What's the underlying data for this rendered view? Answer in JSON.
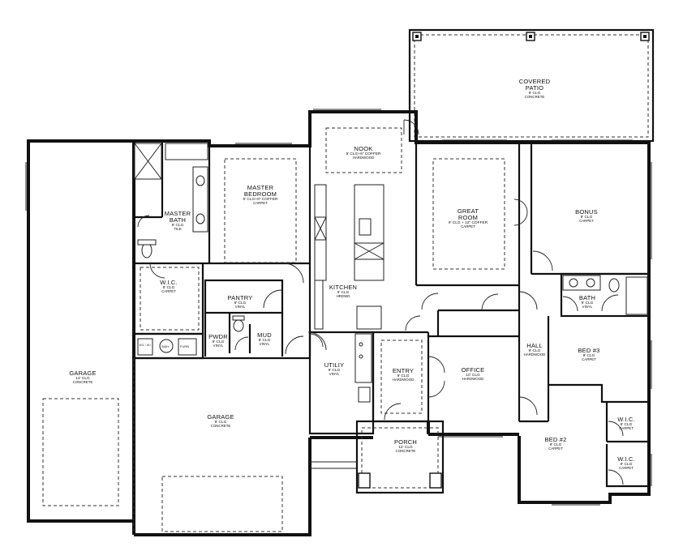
{
  "rooms": {
    "covered_patio": {
      "name": "COVERED\nPATIO",
      "ceiling": "9' CLG",
      "material": "CONCRETE"
    },
    "nook": {
      "name": "NOOK",
      "ceiling": "9' CLG+6\" COFFER",
      "material": "HARDWOOD"
    },
    "master_bedroom": {
      "name": "MASTER\nBEDROOM",
      "ceiling": "9' CLG+8\" COFFER",
      "material": "CARPET"
    },
    "master_bath": {
      "name": "MASTER\nBATH",
      "ceiling": "9' CLG",
      "material": "TILE"
    },
    "great_room": {
      "name": "GREAT\nROOM",
      "ceiling": "9' CLG + 12\" COFFER",
      "material": "CARPET"
    },
    "bonus": {
      "name": "BONUS",
      "ceiling": "9' CLG",
      "material": "CARPET"
    },
    "wic_master": {
      "name": "W.I.C.",
      "ceiling": "9' CLG",
      "material": "CARPET"
    },
    "pantry": {
      "name": "PANTRY",
      "ceiling": "9' CLG",
      "material": "VINYL"
    },
    "kitchen": {
      "name": "KITCHEN",
      "ceiling": "9' CLG",
      "material": "HRDWD"
    },
    "bath": {
      "name": "BATH",
      "ceiling": "9' CLG",
      "material": "VINYL"
    },
    "pwdr": {
      "name": "PWDR",
      "ceiling": "9' CLG",
      "material": "VINYL"
    },
    "mud": {
      "name": "MUD",
      "ceiling": "9' CLG",
      "material": "VINYL"
    },
    "hall": {
      "name": "HALL",
      "ceiling": "9' CLG",
      "material": "HARDWOOD"
    },
    "bed3": {
      "name": "BED #3",
      "ceiling": "9' CLG",
      "material": "CARPET"
    },
    "garage_left": {
      "name": "GARAGE",
      "ceiling": "14' CLG",
      "material": "CONCRETE"
    },
    "utility": {
      "name": "UTILIY",
      "ceiling": "9' CLG",
      "material": "VINYL"
    },
    "entry": {
      "name": "ENTRY",
      "ceiling": "9' CLG",
      "material": "HARDWOOD"
    },
    "office": {
      "name": "OFFICE",
      "ceiling": "10' CLG",
      "material": "HARDWOOD"
    },
    "garage_right": {
      "name": "GARAGE",
      "ceiling": "9' CLG",
      "material": "CONCRETE"
    },
    "wic_a": {
      "name": "W.I.C.",
      "ceiling": "8' CLG",
      "material": "CARPET"
    },
    "bed2": {
      "name": "BED #2",
      "ceiling": "9' CLG",
      "material": "CARPET"
    },
    "porch": {
      "name": "PORCH",
      "ceiling": "12' CLG",
      "material": "CONCRETE"
    },
    "wic_b": {
      "name": "W.I.C.",
      "ceiling": "8' CLG",
      "material": "CARPET"
    }
  },
  "fixtures": {
    "ws": "W.S. / W.I.",
    "wah": "WAH",
    "furn": "FURN"
  },
  "colors": {
    "wall": "#111111",
    "background": "#ffffff"
  }
}
